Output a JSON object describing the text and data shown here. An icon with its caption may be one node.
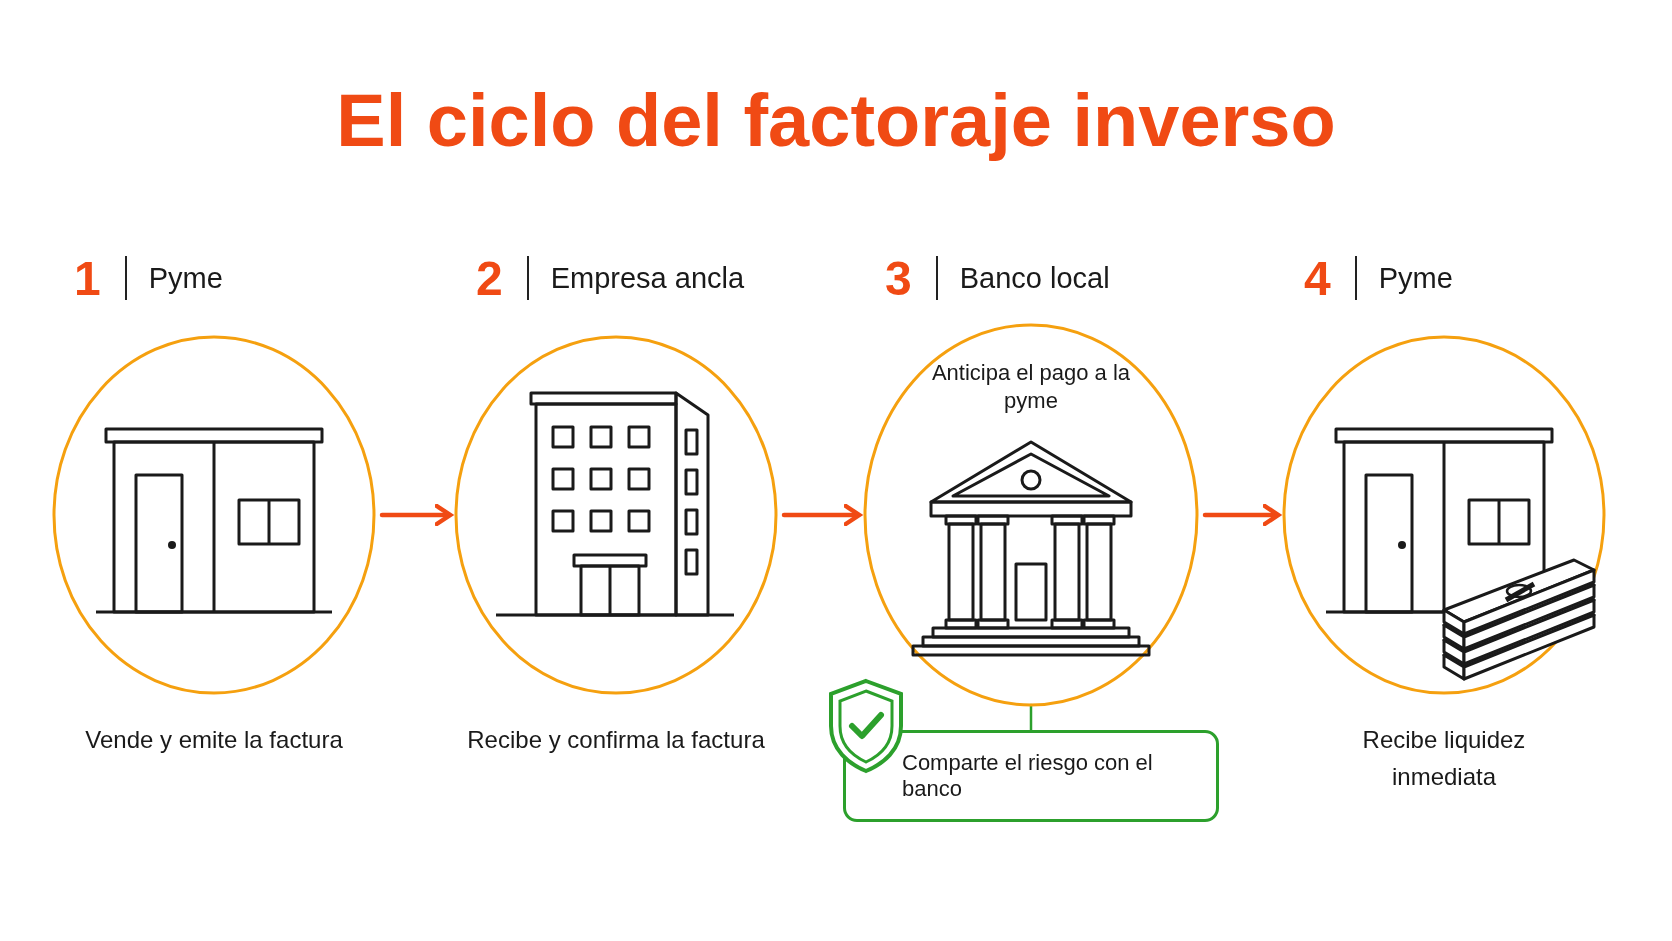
{
  "diagram": {
    "title": "El ciclo del factoraje inverso",
    "nodes": [
      {
        "text": [
          "1",
          "Pyme"
        ],
        "beside": [
          "Vende y emite la factura"
        ]
      },
      {
        "text": [
          "2",
          "Empresa ancla"
        ],
        "beside": [
          "Recibe y confirma la factura"
        ]
      },
      {
        "text": [
          "3",
          "Banco local",
          "Anticipa el pago a la pyme"
        ]
      },
      {
        "text": [
          "4",
          "Pyme"
        ],
        "beside": [
          "Recibe liquidez inmediata"
        ]
      },
      {
        "text": [
          "Comparte el riesgo con el banco"
        ]
      }
    ],
    "edges": [
      {
        "from": 0,
        "to": 1,
        "arrow": "to"
      },
      {
        "from": 1,
        "to": 2,
        "arrow": "to"
      },
      {
        "from": 2,
        "to": 3,
        "arrow": "to"
      },
      {
        "from": 2,
        "to": 4,
        "arrow": "none",
        "color": "#2ca02c"
      }
    ]
  }
}
